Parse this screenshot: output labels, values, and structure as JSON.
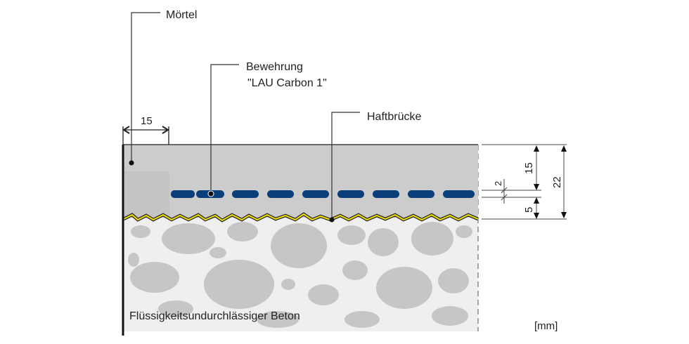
{
  "labels": {
    "mortar": "Mörtel",
    "reinforcement_line1": "Bewehrung",
    "reinforcement_line2": "\"LAU Carbon 1\"",
    "bonding_agent": "Haftbrücke",
    "concrete": "Flüssigkeitsundurchlässiger Beton",
    "unit": "[mm]"
  },
  "dimensions": {
    "edge_offset": "15",
    "cover_top": "15",
    "bar_thickness": "2",
    "cover_bottom": "5",
    "total_thickness": "22"
  },
  "colors": {
    "mortar": "#cccccc",
    "concrete": "#efefef",
    "stone": "#c6c6c6",
    "reinforcement": "#0b3f7c",
    "bonding_agent": "#f2e200"
  }
}
